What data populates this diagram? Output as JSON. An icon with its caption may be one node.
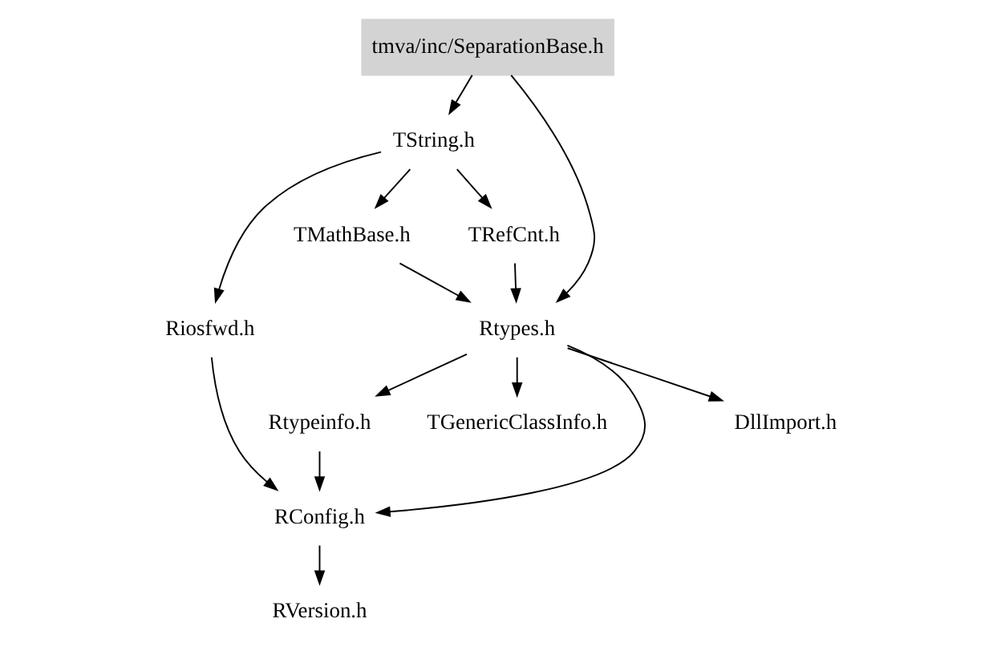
{
  "diagram": {
    "nodes": [
      {
        "text": [
          "tmva/inc/SeparationBase.h"
        ]
      },
      {
        "text": [
          "TString.h"
        ]
      },
      {
        "text": [
          "TRefCnt.h"
        ]
      },
      {
        "text": [
          "TMathBase.h"
        ]
      },
      {
        "text": [
          "Rtypes.h"
        ]
      },
      {
        "text": [
          "Riosfwd.h"
        ]
      },
      {
        "text": [
          "DllImport.h"
        ]
      },
      {
        "text": [
          "Rtypeinfo.h"
        ]
      },
      {
        "text": [
          "TGenericClassInfo.h"
        ]
      },
      {
        "text": [
          "RConfig.h"
        ]
      },
      {
        "text": [
          "RVersion.h"
        ]
      }
    ],
    "edges": [
      {
        "from": 0,
        "to": 1,
        "arrow": "to"
      },
      {
        "from": 0,
        "to": 4,
        "arrow": "to"
      },
      {
        "from": 1,
        "to": 2,
        "arrow": "to"
      },
      {
        "from": 1,
        "to": 3,
        "arrow": "to"
      },
      {
        "from": 1,
        "to": 5,
        "arrow": "to"
      },
      {
        "from": 2,
        "to": 4,
        "arrow": "to"
      },
      {
        "from": 3,
        "to": 4,
        "arrow": "to"
      },
      {
        "from": 4,
        "to": 6,
        "arrow": "to"
      },
      {
        "from": 4,
        "to": 7,
        "arrow": "to"
      },
      {
        "from": 4,
        "to": 8,
        "arrow": "to"
      },
      {
        "from": 4,
        "to": 9,
        "arrow": "to"
      },
      {
        "from": 5,
        "to": 9,
        "arrow": "to"
      },
      {
        "from": 7,
        "to": 9,
        "arrow": "to"
      },
      {
        "from": 9,
        "to": 10,
        "arrow": "to"
      }
    ]
  }
}
